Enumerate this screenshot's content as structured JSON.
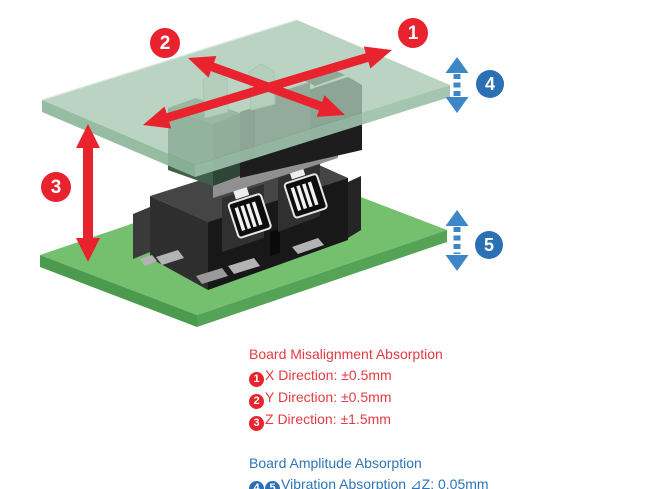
{
  "colors": {
    "red": "#e8232e",
    "blue": "#2b6fb4",
    "bluearrow": "#3d87c9",
    "textred": "#e33b41",
    "textblue": "#2e74b6",
    "boardtop": "#a9c8b3",
    "boardbottom": "#74c06e"
  },
  "markers": [
    {
      "label": "1"
    },
    {
      "label": "2"
    },
    {
      "label": "3"
    },
    {
      "label": "4"
    },
    {
      "label": "5"
    }
  ],
  "legend": {
    "misalignment": {
      "title": "Board Misalignment Absorption",
      "items": [
        {
          "num": "1",
          "text": "X Direction: ±0.5mm"
        },
        {
          "num": "2",
          "text": "Y Direction: ±0.5mm"
        },
        {
          "num": "3",
          "text": "Z Direction: ±1.5mm"
        }
      ]
    },
    "amplitude": {
      "title": "Board Amplitude Absorption",
      "nums": [
        "4",
        "5"
      ],
      "text": "Vibration Absorption ⊿Z: 0.05mm"
    }
  }
}
